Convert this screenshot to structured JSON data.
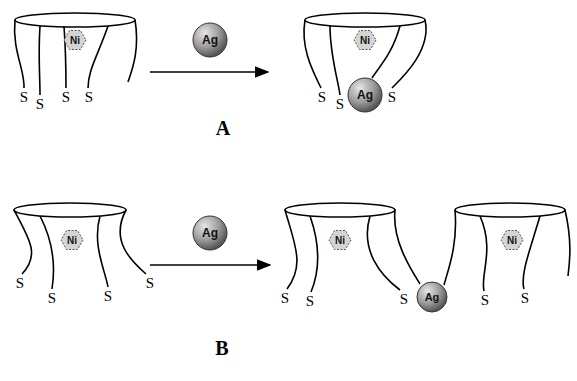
{
  "diagram": {
    "nodes": [
      {
        "text": [
          "Ni"
        ]
      },
      {
        "text": [
          "Ag"
        ]
      },
      {
        "text": [
          "Ni"
        ]
      },
      {
        "text": [
          "Ag"
        ]
      },
      {
        "text": [
          "Ni"
        ]
      },
      {
        "text": [
          "Ag"
        ]
      },
      {
        "text": [
          "Ni"
        ]
      },
      {
        "text": [
          "Ag"
        ]
      },
      {
        "text": [
          "Ni"
        ]
      }
    ],
    "labels": [
      "S",
      "S",
      "S",
      "S",
      "S",
      "S",
      "S",
      "A",
      "S",
      "S",
      "S",
      "S",
      "S",
      "S",
      "S",
      "S",
      "S",
      "B"
    ]
  }
}
